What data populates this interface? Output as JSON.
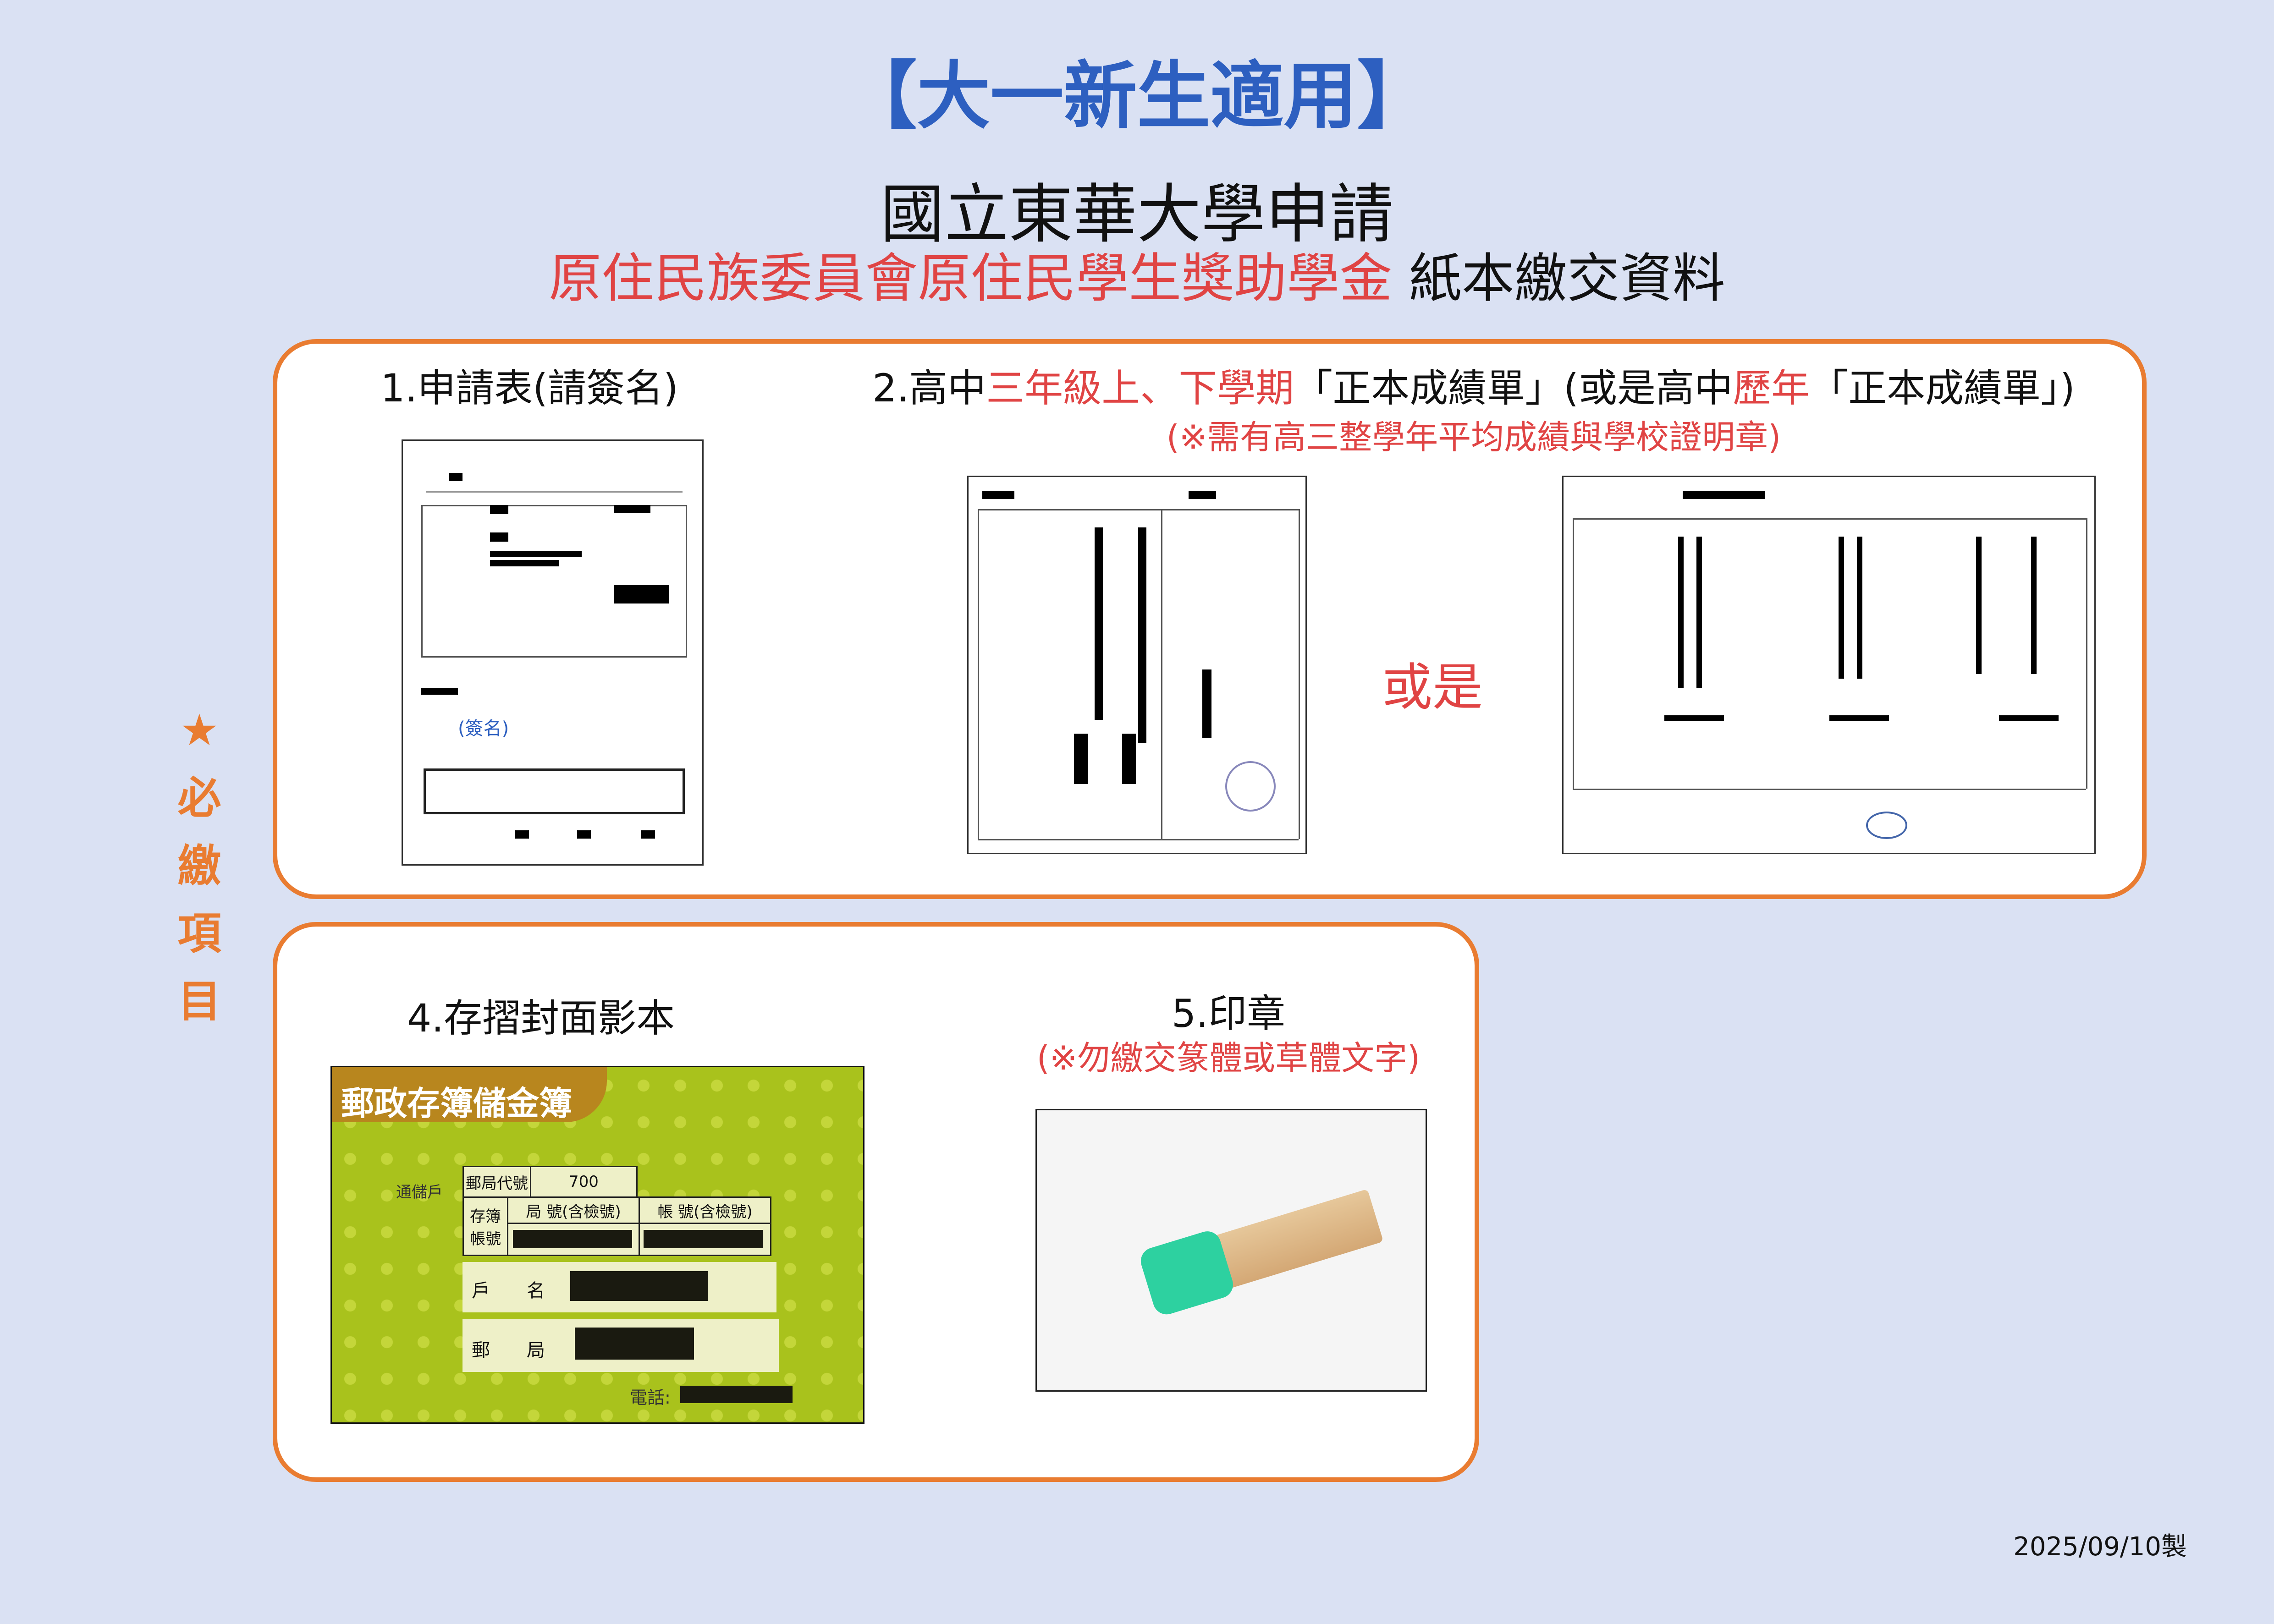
{
  "header": {
    "badge": "【大一新生適用】",
    "title": "國立東華大學申請",
    "subtitle_red": "原住民族委員會原住民學生獎助學金",
    "subtitle_black": " 紙本繳交資料"
  },
  "required_label": [
    "★",
    "必",
    "繳",
    "項",
    "目"
  ],
  "items": {
    "item1": {
      "label": "1.申請表(請簽名)",
      "sign_note": "(簽名)"
    },
    "item2": {
      "parts": [
        {
          "t": "2.高中",
          "red": false
        },
        {
          "t": "三年級上、下學期",
          "red": true
        },
        {
          "t": "「正本成績單」(或是高中",
          "red": false
        },
        {
          "t": "歷年",
          "red": true
        },
        {
          "t": "「正本成績單」)",
          "red": false
        }
      ],
      "note": "(※需有高三整學年平均成績與學校證明章)",
      "or": "或是"
    },
    "item4": {
      "label": "4.存摺封面影本",
      "passbook": {
        "title": "郵政存簿儲金簿",
        "type": "通儲戶",
        "office_code_label": "郵局代號",
        "office_code": "700",
        "account_label_1": "存簿",
        "account_label_2": "帳號",
        "branch_no": "局 號(含檢號)",
        "account_no": "帳 號(含檢號)",
        "holder": "戶　　名",
        "post_office": "郵　　局",
        "phone": "電話:"
      }
    },
    "item5": {
      "label": "5.印章",
      "note": "(※勿繳交篆體或草體文字)"
    }
  },
  "footer": {
    "date": "2025/09/10製"
  },
  "colors": {
    "accent": "#e97c31",
    "blue": "#2d5fc0",
    "red": "#e04444",
    "background": "#dae1f3"
  }
}
